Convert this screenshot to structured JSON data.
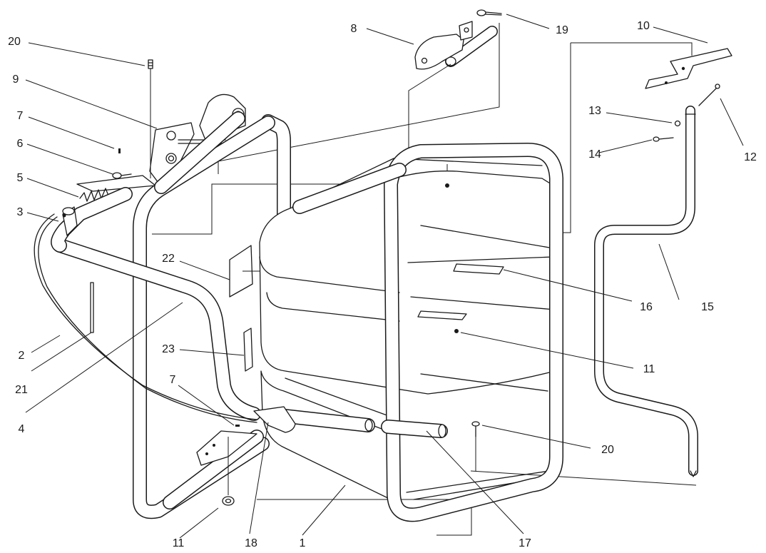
{
  "figure": {
    "line_color": "#1a1a1a",
    "background": "#ffffff"
  },
  "callouts": [
    {
      "id": "c-20-top",
      "text": "20"
    },
    {
      "id": "c-9",
      "text": "9"
    },
    {
      "id": "c-7-top",
      "text": "7"
    },
    {
      "id": "c-6",
      "text": "6"
    },
    {
      "id": "c-5",
      "text": "5"
    },
    {
      "id": "c-3",
      "text": "3"
    },
    {
      "id": "c-2",
      "text": "2"
    },
    {
      "id": "c-21",
      "text": "21"
    },
    {
      "id": "c-4",
      "text": "4"
    },
    {
      "id": "c-22",
      "text": "22"
    },
    {
      "id": "c-23",
      "text": "23"
    },
    {
      "id": "c-7-bottom",
      "text": "7"
    },
    {
      "id": "c-11-bottom",
      "text": "11"
    },
    {
      "id": "c-18",
      "text": "18"
    },
    {
      "id": "c-1",
      "text": "1"
    },
    {
      "id": "c-17",
      "text": "17"
    },
    {
      "id": "c-20-right",
      "text": "20"
    },
    {
      "id": "c-11-right",
      "text": "11"
    },
    {
      "id": "c-16",
      "text": "16"
    },
    {
      "id": "c-15",
      "text": "15"
    },
    {
      "id": "c-12",
      "text": "12"
    },
    {
      "id": "c-14",
      "text": "14"
    },
    {
      "id": "c-13",
      "text": "13"
    },
    {
      "id": "c-10",
      "text": "10"
    },
    {
      "id": "c-19",
      "text": "19"
    },
    {
      "id": "c-8",
      "text": "8"
    }
  ]
}
